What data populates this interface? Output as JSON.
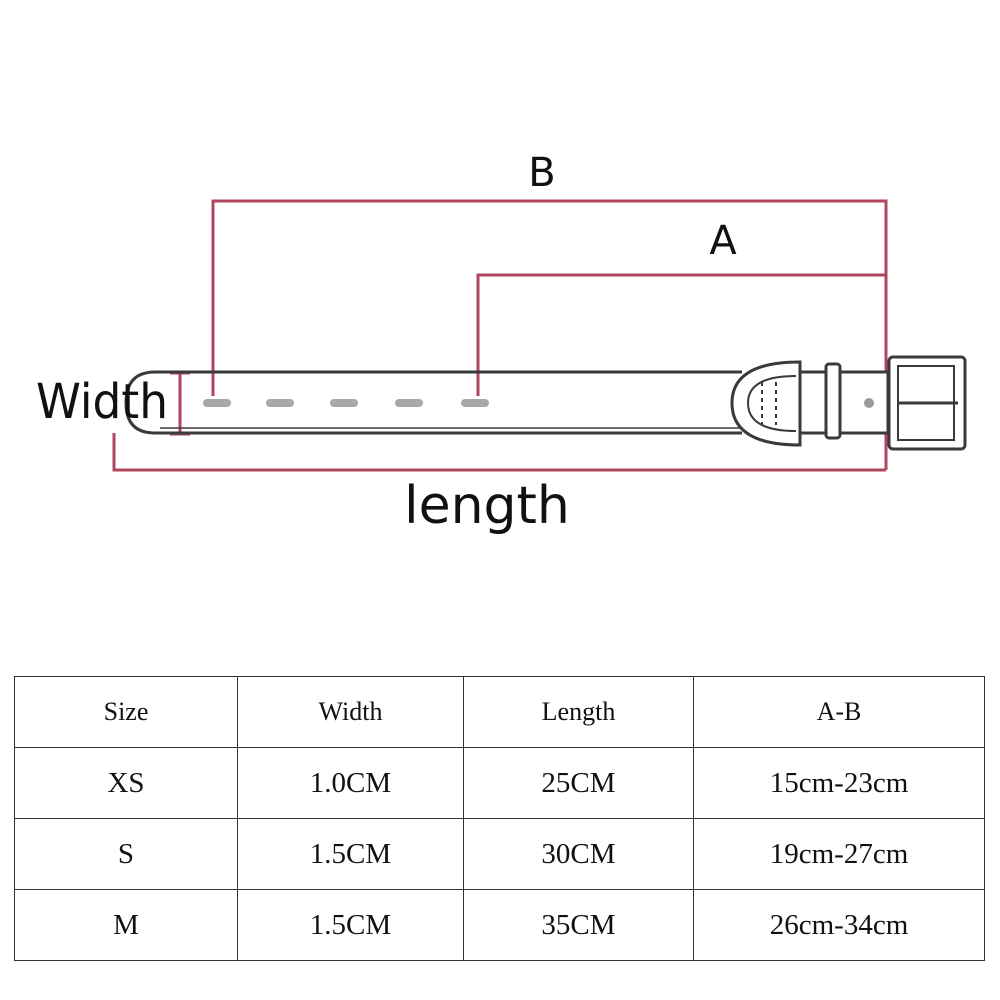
{
  "diagram": {
    "label_b": "B",
    "label_a": "A",
    "label_width": "Width",
    "label_length": "length",
    "dimension_color": "#b0455e",
    "outline_color": "#3a3a3a",
    "hole_color": "#a8a8a8"
  },
  "table": {
    "headers": [
      "Size",
      "Width",
      "Length",
      "A-B"
    ],
    "rows": [
      [
        "XS",
        "1.0CM",
        "25CM",
        "15cm-23cm"
      ],
      [
        "S",
        "1.5CM",
        "30CM",
        "19cm-27cm"
      ],
      [
        "M",
        "1.5CM",
        "35CM",
        "26cm-34cm"
      ]
    ]
  }
}
